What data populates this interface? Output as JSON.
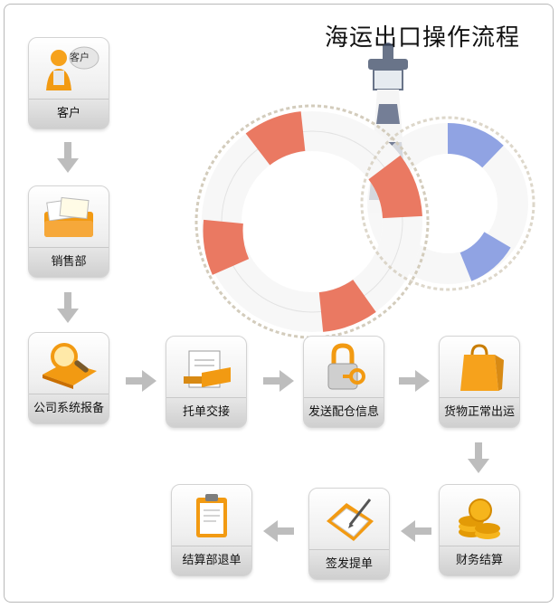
{
  "title": "海运出口操作流程",
  "steps": [
    {
      "label": "客户",
      "icon": "customer-icon"
    },
    {
      "label": "销售部",
      "icon": "sales-folder-icon"
    },
    {
      "label": "公司系统报备",
      "icon": "magnifier-search-icon"
    },
    {
      "label": "托单交接",
      "icon": "document-handover-icon"
    },
    {
      "label": "发送配仓信息",
      "icon": "padlock-key-icon"
    },
    {
      "label": "货物正常出运",
      "icon": "shopping-bag-icon"
    },
    {
      "label": "财务结算",
      "icon": "gold-coins-icon"
    },
    {
      "label": "签发提单",
      "icon": "signing-envelope-icon"
    },
    {
      "label": "结算部退单",
      "icon": "clipboard-return-icon"
    }
  ],
  "customer_badge": "客户",
  "flow_connections": [
    {
      "from": 0,
      "to": 1,
      "direction": "down"
    },
    {
      "from": 1,
      "to": 2,
      "direction": "down"
    },
    {
      "from": 2,
      "to": 3,
      "direction": "right"
    },
    {
      "from": 3,
      "to": 4,
      "direction": "right"
    },
    {
      "from": 4,
      "to": 5,
      "direction": "right"
    },
    {
      "from": 5,
      "to": 6,
      "direction": "down"
    },
    {
      "from": 6,
      "to": 7,
      "direction": "left"
    },
    {
      "from": 7,
      "to": 8,
      "direction": "left"
    }
  ],
  "colors": {
    "arrow": "#bdbdbd",
    "accent_orange": "#f29a12",
    "ring_red": "#e86b52",
    "ring_blue": "#5b79d6"
  }
}
